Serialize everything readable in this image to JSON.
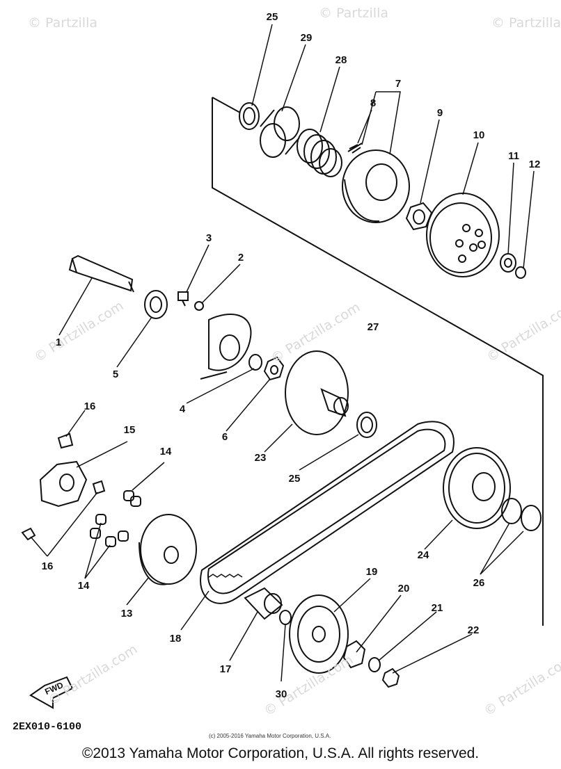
{
  "watermarks": [
    "© Partzilla",
    "© Partzilla.com",
    "© Partzilla.com"
  ],
  "arrow_label": "FWD",
  "diagram_code": "2EX010-6100",
  "small_copyright": "(c) 2005-2016 Yamaha Motor Corporation, U.S.A.",
  "copyright": "©2013 Yamaha Motor Corporation, U.S.A. All rights reserved.",
  "part_labels": [
    "25",
    "29",
    "28",
    "7",
    "8",
    "9",
    "10",
    "11",
    "12",
    "3",
    "2",
    "1",
    "5",
    "27",
    "4",
    "6",
    "23",
    "25",
    "16",
    "15",
    "14",
    "16",
    "14",
    "13",
    "24",
    "26",
    "19",
    "20",
    "21",
    "22",
    "18",
    "17",
    "30"
  ]
}
